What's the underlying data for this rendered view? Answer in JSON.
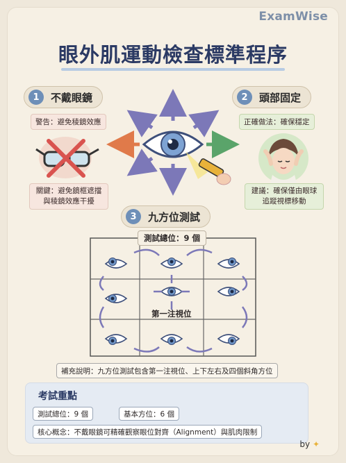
{
  "brand": "ExamWise",
  "title": "眼外肌運動檢查標準程序",
  "sections": [
    {
      "number": "1",
      "label": "不戴眼鏡"
    },
    {
      "number": "2",
      "label": "頭部固定"
    },
    {
      "number": "3",
      "label": "九方位測試"
    }
  ],
  "notes": {
    "warning": "警告：避免稜鏡效應",
    "key": "關鍵：避免鏡框遮擋與稜鏡效應干擾",
    "correct": "正確做法：確保穩定",
    "advice": "建議：確保僅由眼球追蹤視標移動"
  },
  "grid": {
    "total_label": "測試總位：9 個",
    "center_label": "第一注視位"
  },
  "supplement": "補充說明：九方位測試包含第一注視位、上下左右及四個斜角方位",
  "exam": {
    "title": "考試重點",
    "chip1": "測試總位：9 個",
    "chip2": "基本方位：6 個",
    "chip3": "核心概念：不戴眼鏡可精確觀察眼位對齊（Alignment）與肌肉限制"
  },
  "footer": "by",
  "colors": {
    "accent": "#6e8fb8",
    "title": "#2b3a64",
    "arrow_purple": "#7c78b8",
    "arrow_orange": "#e07a4a",
    "arrow_green": "#5aa46a",
    "prohibit": "#d9534f"
  },
  "icons": [
    "eye-icon",
    "glasses-prohibited-icon",
    "flashlight-icon",
    "person-head-icon"
  ]
}
